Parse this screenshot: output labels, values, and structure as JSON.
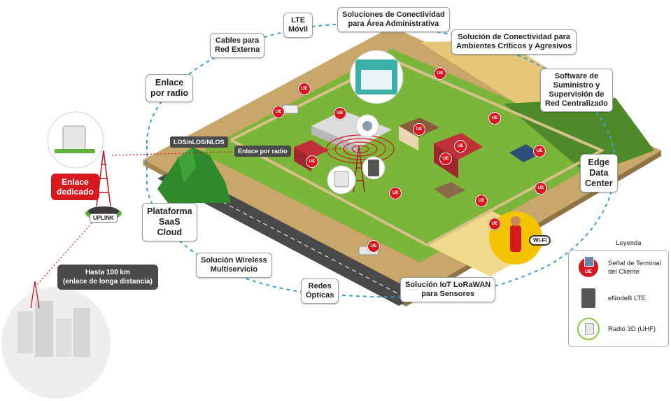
{
  "labels": {
    "lte_movil": "LTE\nMóvil",
    "soluciones_admin": "Soluciones de Conectividad\npara Área Administrativa",
    "cables_red": "Cables para\nRed Externa",
    "ambientes_criticos": "Solución de Conectividad para\nAmbientes Críticos y Agresivos",
    "enlace_radio": "Enlace\npor radio",
    "software": "Software de\nSuministro y\nSupervisión de\nRed Centralizado",
    "edge": "Edge\nData\nCenter",
    "plataforma": "Plataforma\nSaaS\nCloud",
    "wireless": "Solución Wireless\nMultiservicio",
    "redes_opticas": "Redes\nÓpticas",
    "iot": "Solución IoT LoRaWAN\npara Sensores"
  },
  "tags": {
    "los": "LOS/nLOS/NLOS",
    "enlace_por_radio": "Enlace por radio",
    "hasta_100": "Hasta 100 km\n(enlace de longa distancia)"
  },
  "enlace_dedicado": "Enlace\ndedicado",
  "uplink": "UPLINK",
  "ue_text": "UE",
  "wifi_text": "Wi-Fi",
  "legend": {
    "title": "Leyenda",
    "items": [
      {
        "icon": "ue-terminal-icon",
        "text": "Señal de Terminal\ndel Cliente"
      },
      {
        "icon": "enodeb-icon",
        "text": "eNodeB LTE"
      },
      {
        "icon": "radio-3d-icon",
        "text": "Radio 3D (UHF)"
      }
    ]
  },
  "colors": {
    "accent_red": "#d7191f",
    "dashed_ring": "#3aa0d8",
    "grass": "#7bb63a",
    "field": "#e6c77a",
    "road": "#4a4a4a"
  }
}
